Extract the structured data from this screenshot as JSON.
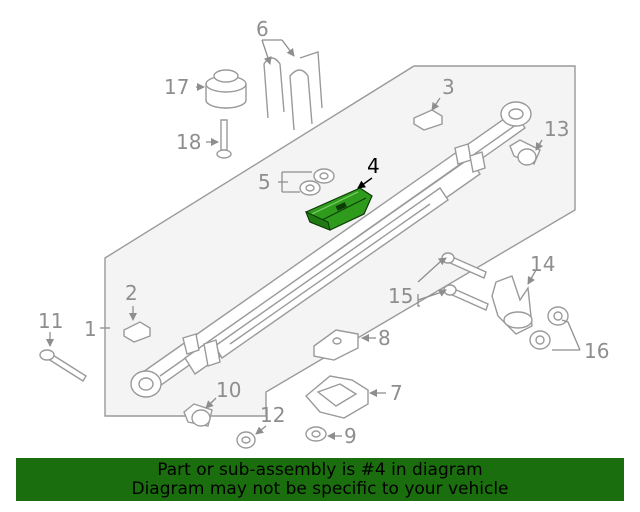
{
  "diagram": {
    "callouts": [
      "1",
      "2",
      "3",
      "4",
      "5",
      "6",
      "7",
      "8",
      "9",
      "10",
      "11",
      "12",
      "13",
      "14",
      "15",
      "16",
      "17",
      "18"
    ],
    "highlighted_callout": "4",
    "highlight_color": "#2e9b1c",
    "outline_color": "#9a9a9a"
  },
  "banner": {
    "line1": "Part or sub-assembly is #4 in diagram",
    "line2": "Diagram may not be specific to your vehicle",
    "background": "#1a6e0d"
  }
}
